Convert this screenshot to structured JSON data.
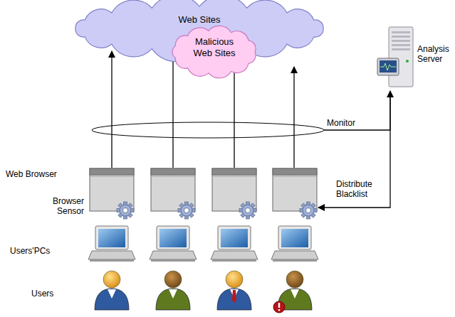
{
  "diagram": {
    "nodes": [
      {
        "text": [
          "Web Sites"
        ]
      },
      {
        "text": [
          "Malicious Web Sites"
        ],
        "in": 0
      },
      {
        "text": [
          "Analysis Server"
        ]
      }
    ],
    "labels": [
      "Monitor",
      "Distribute Blacklist",
      "Web Browser",
      "Browser Sensor",
      "Users'PCs",
      "Users"
    ]
  }
}
